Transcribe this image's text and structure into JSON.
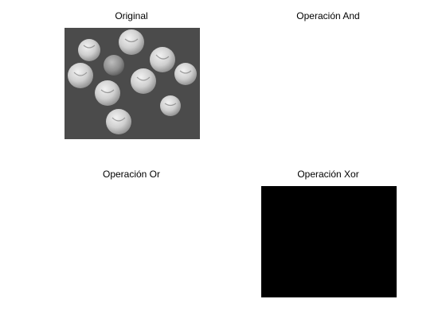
{
  "figure": {
    "panels": [
      {
        "title": "Original",
        "content": "coins-grayscale-photo",
        "background": "#4a4a4a"
      },
      {
        "title": "Operación And",
        "content": "blank-white-image",
        "background": "#ffffff"
      },
      {
        "title": "Operación Or",
        "content": "blank-white-image",
        "background": "#ffffff"
      },
      {
        "title": "Operación Xor",
        "content": "solid-black-image",
        "background": "#000000"
      }
    ]
  }
}
